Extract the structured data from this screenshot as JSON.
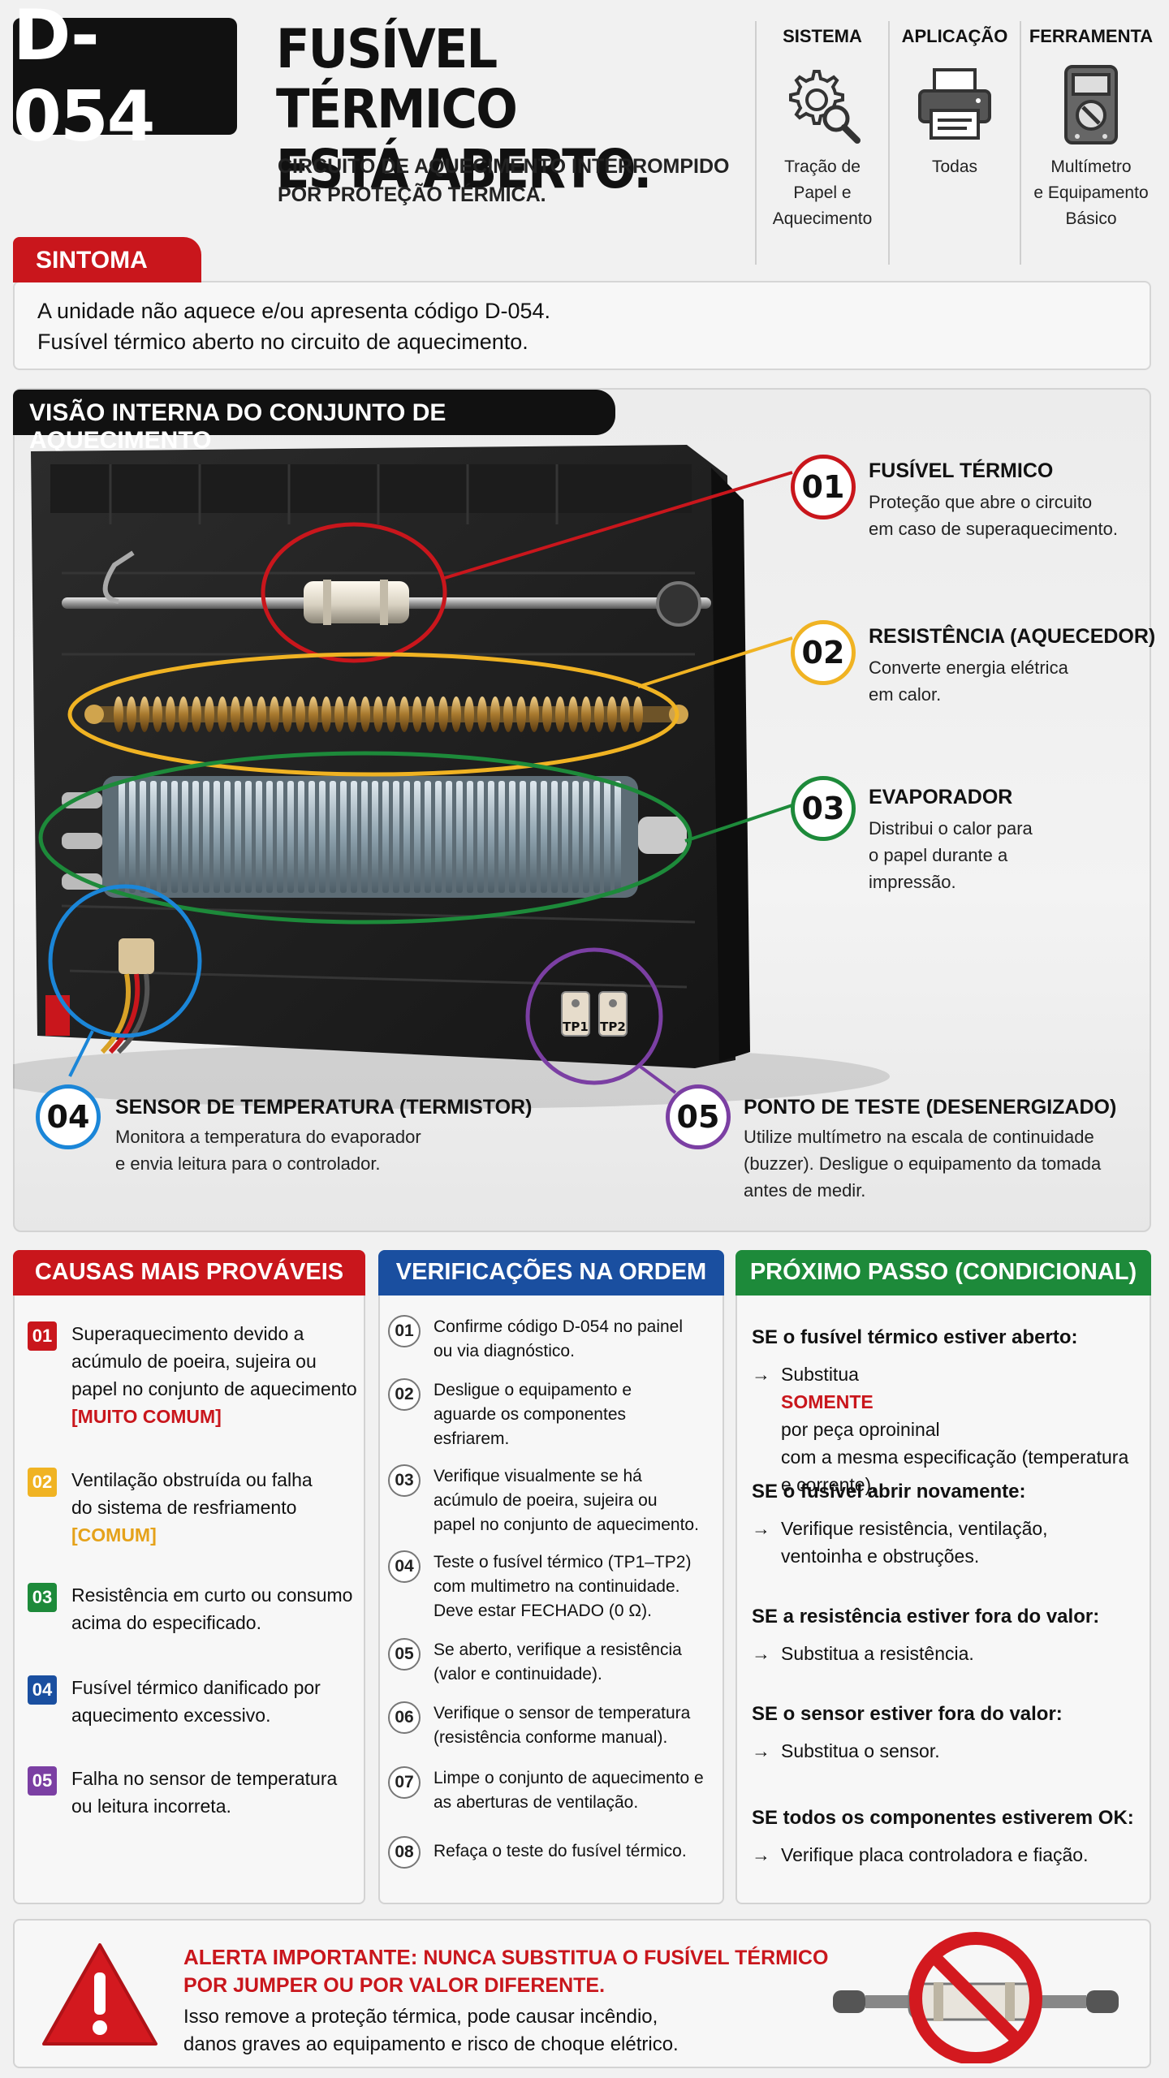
{
  "header": {
    "code": "D-054",
    "title_lines": [
      "FUSÍVEL TÉRMICO",
      "ESTÁ ABERTO."
    ],
    "subtitle_lines": [
      "CIRCUITO DE AQUECIMENTO INTERROMPIDO",
      "POR PROTEÇÃO TÉRMICA."
    ]
  },
  "info": [
    {
      "title": "SISTEMA",
      "icon": "gear-magnifier-icon",
      "lines": [
        "Tração de",
        "Papel e",
        "Aquecimento"
      ]
    },
    {
      "title": "APLICAÇÃO",
      "icon": "printer-icon",
      "lines": [
        "Todas"
      ]
    },
    {
      "title": "FERRAMENTA",
      "icon": "multimeter-icon",
      "lines": [
        "Multímetro",
        "e Equipamento",
        "Básico"
      ]
    }
  ],
  "symptom": {
    "label": "SINTOMA",
    "lines": [
      "A unidade não aquece e/ou apresenta código D-054.",
      "Fusível térmico aberto no circuito de aquecimento."
    ]
  },
  "view": {
    "label": "VISÃO INTERNA DO CONJUNTO DE AQUECIMENTO",
    "test_point_labels": [
      "TP1",
      "TP2"
    ],
    "callouts": [
      {
        "num": "01",
        "color": "#c9161c",
        "title": "FUSÍVEL TÉRMICO",
        "lines": [
          "Proteção que abre o circuito",
          "em caso de superaquecimento."
        ]
      },
      {
        "num": "02",
        "color": "#f0b323",
        "title": "RESISTÊNCIA (AQUECEDOR)",
        "lines": [
          "Converte energia elétrica",
          "em calor."
        ]
      },
      {
        "num": "03",
        "color": "#1d8a3a",
        "title": "EVAPORADOR",
        "lines": [
          "Distribui o calor para",
          "o papel durante a",
          "impressão."
        ]
      },
      {
        "num": "04",
        "color": "#1b86d8",
        "title": "SENSOR DE TEMPERATURA (TERMISTOR)",
        "lines": [
          "Monitora a temperatura do evaporador",
          "e envia leitura para o controlador."
        ]
      },
      {
        "num": "05",
        "color": "#7b3fa3",
        "title": "PONTO DE TESTE (DESENERGIZADO)",
        "lines": [
          "Utilize multímetro na escala de continuidade",
          "(buzzer). Desligue o equipamento da tomada",
          "antes de medir."
        ]
      }
    ]
  },
  "causes": {
    "header": "CAUSAS MAIS PROVÁVEIS",
    "header_color": "#c9161c",
    "items": [
      {
        "num": "01",
        "color": "#c9161c",
        "lines": [
          "Superaquecimento devido a",
          "acúmulo de poeira, sujeira ou",
          "papel no conjunto de aquecimento"
        ],
        "tag": "[MUITO COMUM]"
      },
      {
        "num": "02",
        "color": "#f0b323",
        "lines": [
          "Ventilação obstruída ou falha",
          "do sistema de resfriamento"
        ],
        "tag": "[COMUM]"
      },
      {
        "num": "03",
        "color": "#1d8a3a",
        "lines": [
          "Resistência em curto ou consumo",
          "acima do especificado."
        ],
        "tag": ""
      },
      {
        "num": "04",
        "color": "#1a4fa0",
        "lines": [
          "Fusível térmico danificado por",
          "aquecimento excessivo."
        ],
        "tag": ""
      },
      {
        "num": "05",
        "color": "#7b3fa3",
        "lines": [
          "Falha no sensor de temperatura",
          "ou leitura incorreta."
        ],
        "tag": ""
      }
    ]
  },
  "checks": {
    "header": "VERIFICAÇÕES NA ORDEM",
    "header_color": "#1a4fa0",
    "items": [
      {
        "num": "01",
        "lines": [
          "Confirme código D-054 no painel",
          "ou via diagnóstico."
        ]
      },
      {
        "num": "02",
        "lines": [
          "Desligue o equipamento e",
          "aguarde os componentes",
          "esfriarem."
        ]
      },
      {
        "num": "03",
        "lines": [
          "Verifique visualmente se há",
          "acúmulo de poeira, sujeira ou",
          "papel no conjunto de aquecimento."
        ]
      },
      {
        "num": "04",
        "lines": [
          "Teste o fusível térmico (TP1–TP2)",
          "com multimetro na continuidade.",
          "Deve estar FECHADO (0 Ω)."
        ]
      },
      {
        "num": "05",
        "lines": [
          "Se aberto, verifique a resistência",
          "(valor e continuidade)."
        ]
      },
      {
        "num": "06",
        "lines": [
          "Verifique o sensor de temperatura",
          "(resistência conforme manual)."
        ]
      },
      {
        "num": "07",
        "lines": [
          "Limpe o conjunto de aquecimento e",
          "as aberturas de ventilação."
        ]
      },
      {
        "num": "08",
        "lines": [
          "Refaça o teste do fusível térmico."
        ]
      }
    ]
  },
  "next_steps": {
    "header": "PRÓXIMO PASSO (CONDICIONAL)",
    "header_color": "#1d8a3a",
    "arrow": "→",
    "items": [
      {
        "cond": "SE o fusível térmico estiver aberto:",
        "pre": "Substitua ",
        "strong": "SOMENTE",
        "post": " por peça oproininal",
        "more": [
          "com a mesma especificação (temperatura",
          "e corrente)."
        ]
      },
      {
        "cond": "SE o fusível abrir novamente:",
        "pre": "Verifique resistência, ventilação,",
        "strong": "",
        "post": "",
        "more": [
          "ventoinha e obstruções."
        ]
      },
      {
        "cond": "SE a resistência estiver fora do valor:",
        "pre": "Substitua a resistência.",
        "strong": "",
        "post": "",
        "more": []
      },
      {
        "cond": "SE o sensor estiver fora do valor:",
        "pre": "Substitua o sensor.",
        "strong": "",
        "post": "",
        "more": []
      },
      {
        "cond": "SE todos os componentes estiverem OK:",
        "pre": "Verifique placa controladora e fiação.",
        "strong": "",
        "post": "",
        "more": []
      }
    ]
  },
  "alert": {
    "lead": "ALERTA IMPORTANTE:",
    "title_rest": "NUNCA SUBSTITUA O FUSÍVEL TÉRMICO",
    "title_line2": "POR JUMPER OU POR VALOR DIFERENTE.",
    "body_lines": [
      "Isso remove a proteção térmica, pode causar incêndio,",
      "danos graves ao equipamento e risco de choque elétrico."
    ],
    "icons": [
      "warning-triangle-icon",
      "no-jumper-icon"
    ]
  }
}
